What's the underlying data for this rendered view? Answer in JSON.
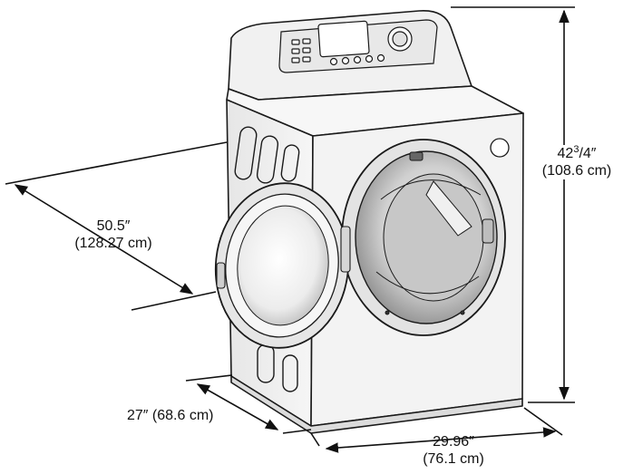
{
  "dimensions": {
    "depth_door_open": {
      "value": "50.5″",
      "metric": "(128.27 cm)"
    },
    "height": {
      "whole": "42",
      "frac_num": "3",
      "frac_den": "4″",
      "metric": "(108.6 cm)"
    },
    "depth": {
      "text": "27″ (68.6 cm)"
    },
    "width": {
      "value": "29.96″",
      "metric": "(76.1 cm)"
    }
  },
  "colors": {
    "line": "#1a1a1a",
    "body_light": "#f4f4f4",
    "body_mid": "#e4e4e4",
    "body_shade": "#d2d2d2",
    "drum_dark": "#9a9a9a"
  }
}
